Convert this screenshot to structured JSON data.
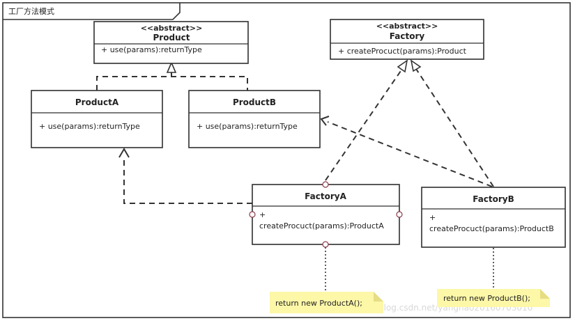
{
  "frame": {
    "label": "工厂方法模式"
  },
  "classes": {
    "product": {
      "stereotype": "<<abstract>>",
      "name": "Product",
      "member": "+ use(params):returnType"
    },
    "factory": {
      "stereotype": "<<abstract>>",
      "name": "Factory",
      "member": "+ createProcuct(params):Product"
    },
    "product_a": {
      "name": "ProductA",
      "member": "+ use(params):returnType"
    },
    "product_b": {
      "name": "ProductB",
      "member": "+ use(params):returnType"
    },
    "factory_a": {
      "name": "FactoryA",
      "member_line1": "+",
      "member_line2": "createProcuct(params):ProductA"
    },
    "factory_b": {
      "name": "FactoryB",
      "member_line1": "+",
      "member_line2": "createProcuct(params):ProductB"
    }
  },
  "notes": {
    "factory_a": "return new ProductA();",
    "factory_b": "return new ProductB();"
  },
  "watermark": "https://blog.csdn.net/yanghao20160703010",
  "colors": {
    "note_fill": "#fdf7a8",
    "port_stroke": "#8b3a4a",
    "line": "#333333"
  }
}
